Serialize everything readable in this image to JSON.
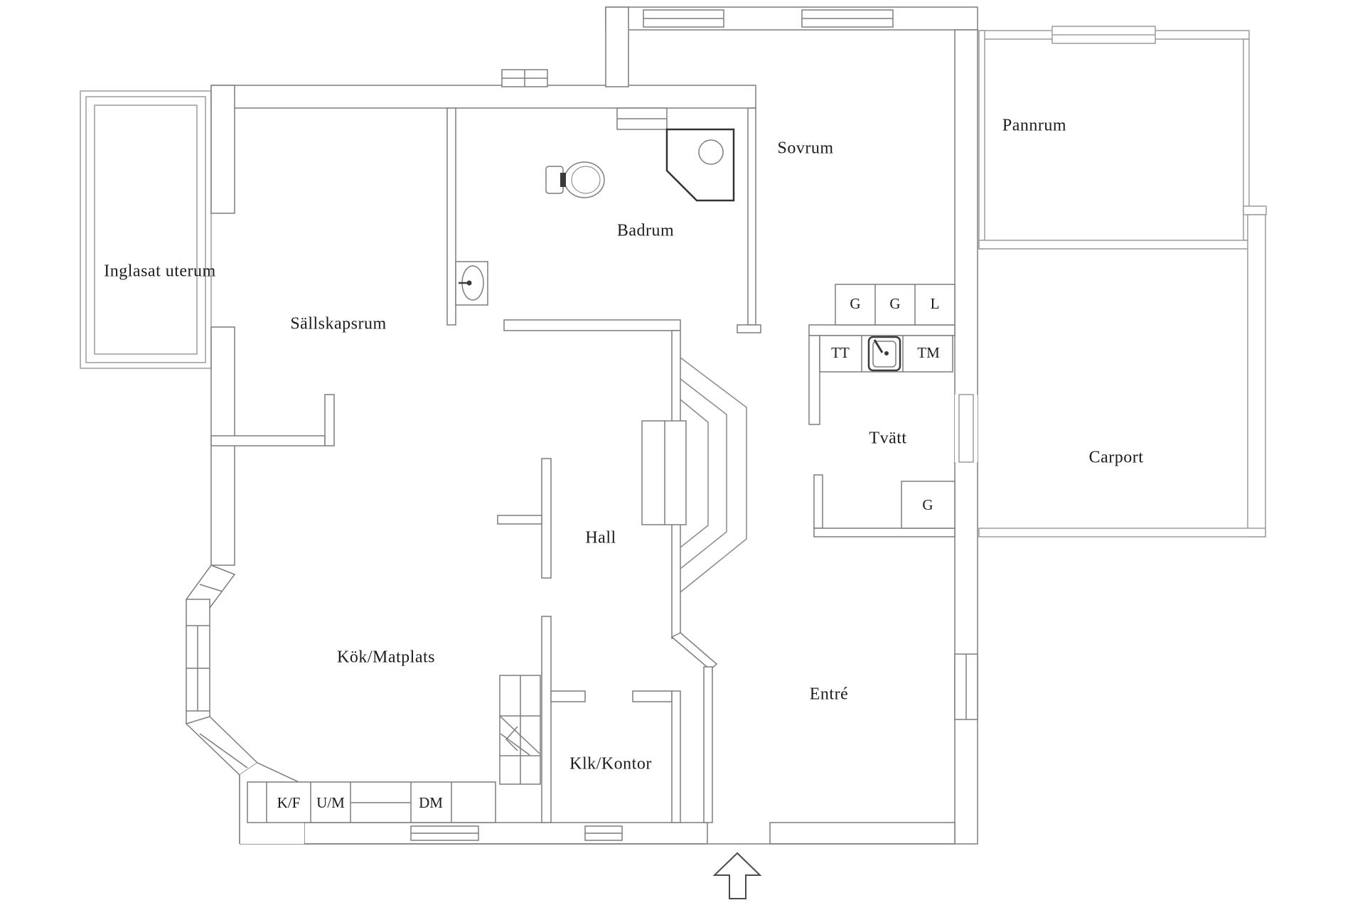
{
  "document": {
    "type": "floor-plan",
    "language": "Swedish"
  },
  "colors": {
    "background": "#ffffff",
    "wall_line": "#7d7d7d",
    "light_wall_line": "#9c9c9c",
    "fixture_dark": "#3a3a3a",
    "text": "#1c1c1c"
  },
  "rooms": {
    "uterum": {
      "label": "Inglasat uterum"
    },
    "sallskapsrum": {
      "label": "Sällskapsrum"
    },
    "badrum": {
      "label": "Badrum"
    },
    "sovrum": {
      "label": "Sovrum"
    },
    "pannrum": {
      "label": "Pannrum"
    },
    "tvatt": {
      "label": "Tvätt"
    },
    "carport": {
      "label": "Carport"
    },
    "hall": {
      "label": "Hall"
    },
    "kok": {
      "label": "Kök/Matplats"
    },
    "klk": {
      "label": "Klk/Kontor"
    },
    "entre": {
      "label": "Entré"
    }
  },
  "fixtures": {
    "wardrobe_1": "G",
    "wardrobe_2": "G",
    "linen_closet": "L",
    "dryer": "TT",
    "washer": "TM",
    "tvatt_closet": "G",
    "fridge_freezer": "K/F",
    "oven_micro": "U/M",
    "dishwasher": "DM"
  },
  "icons": [
    "toilet-icon",
    "washbasin-icon",
    "corner-shower-icon",
    "laundry-sink-icon",
    "staircase-icon",
    "chimney-flue-icon",
    "entrance-arrow-icon",
    "bay-window-icon"
  ]
}
